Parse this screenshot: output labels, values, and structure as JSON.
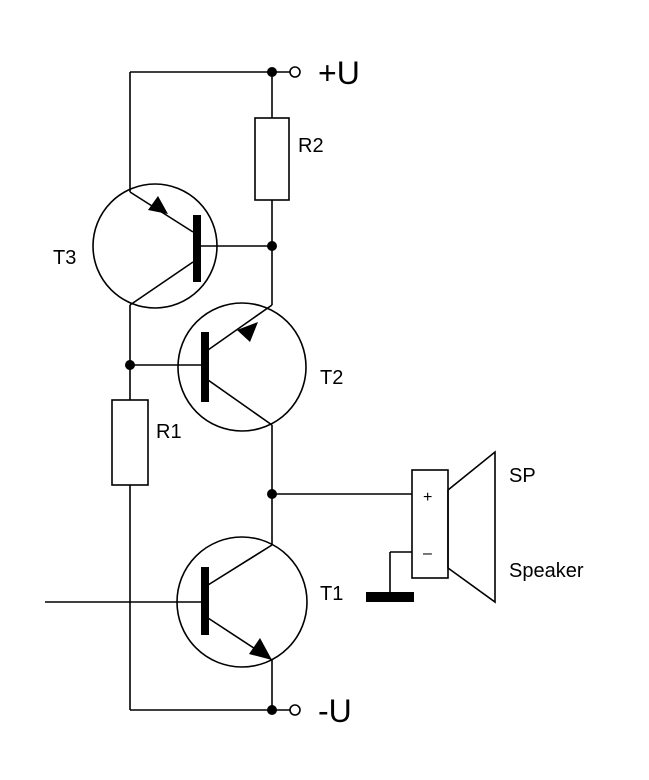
{
  "labels": {
    "supply_positive": "+U",
    "supply_negative": "-U",
    "resistor_r2": "R2",
    "resistor_r1": "R1",
    "transistor_t3": "T3",
    "transistor_t2": "T2",
    "transistor_t1": "T1",
    "speaker_name": "SP",
    "speaker_label": "Speaker",
    "speaker_plus": "+",
    "speaker_minus": "–"
  }
}
